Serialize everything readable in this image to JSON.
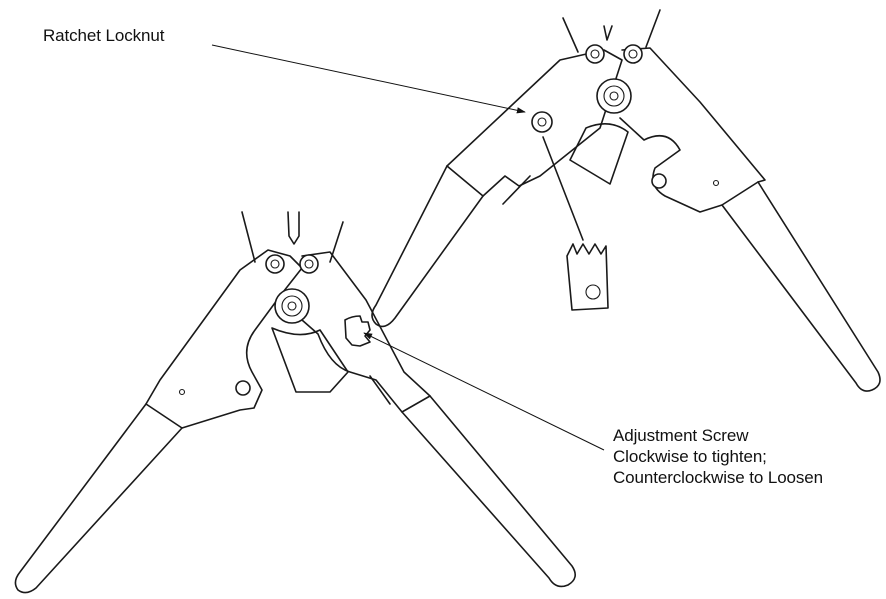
{
  "callouts": {
    "ratchet_locknut": "Ratchet Locknut",
    "adjustment_screw": {
      "title": "Adjustment Screw",
      "line2": "Clockwise to tighten;",
      "line3": "Counterclockwise to Loosen"
    }
  },
  "colors": {
    "ink": "#1a1a1a",
    "paper": "#ffffff"
  }
}
